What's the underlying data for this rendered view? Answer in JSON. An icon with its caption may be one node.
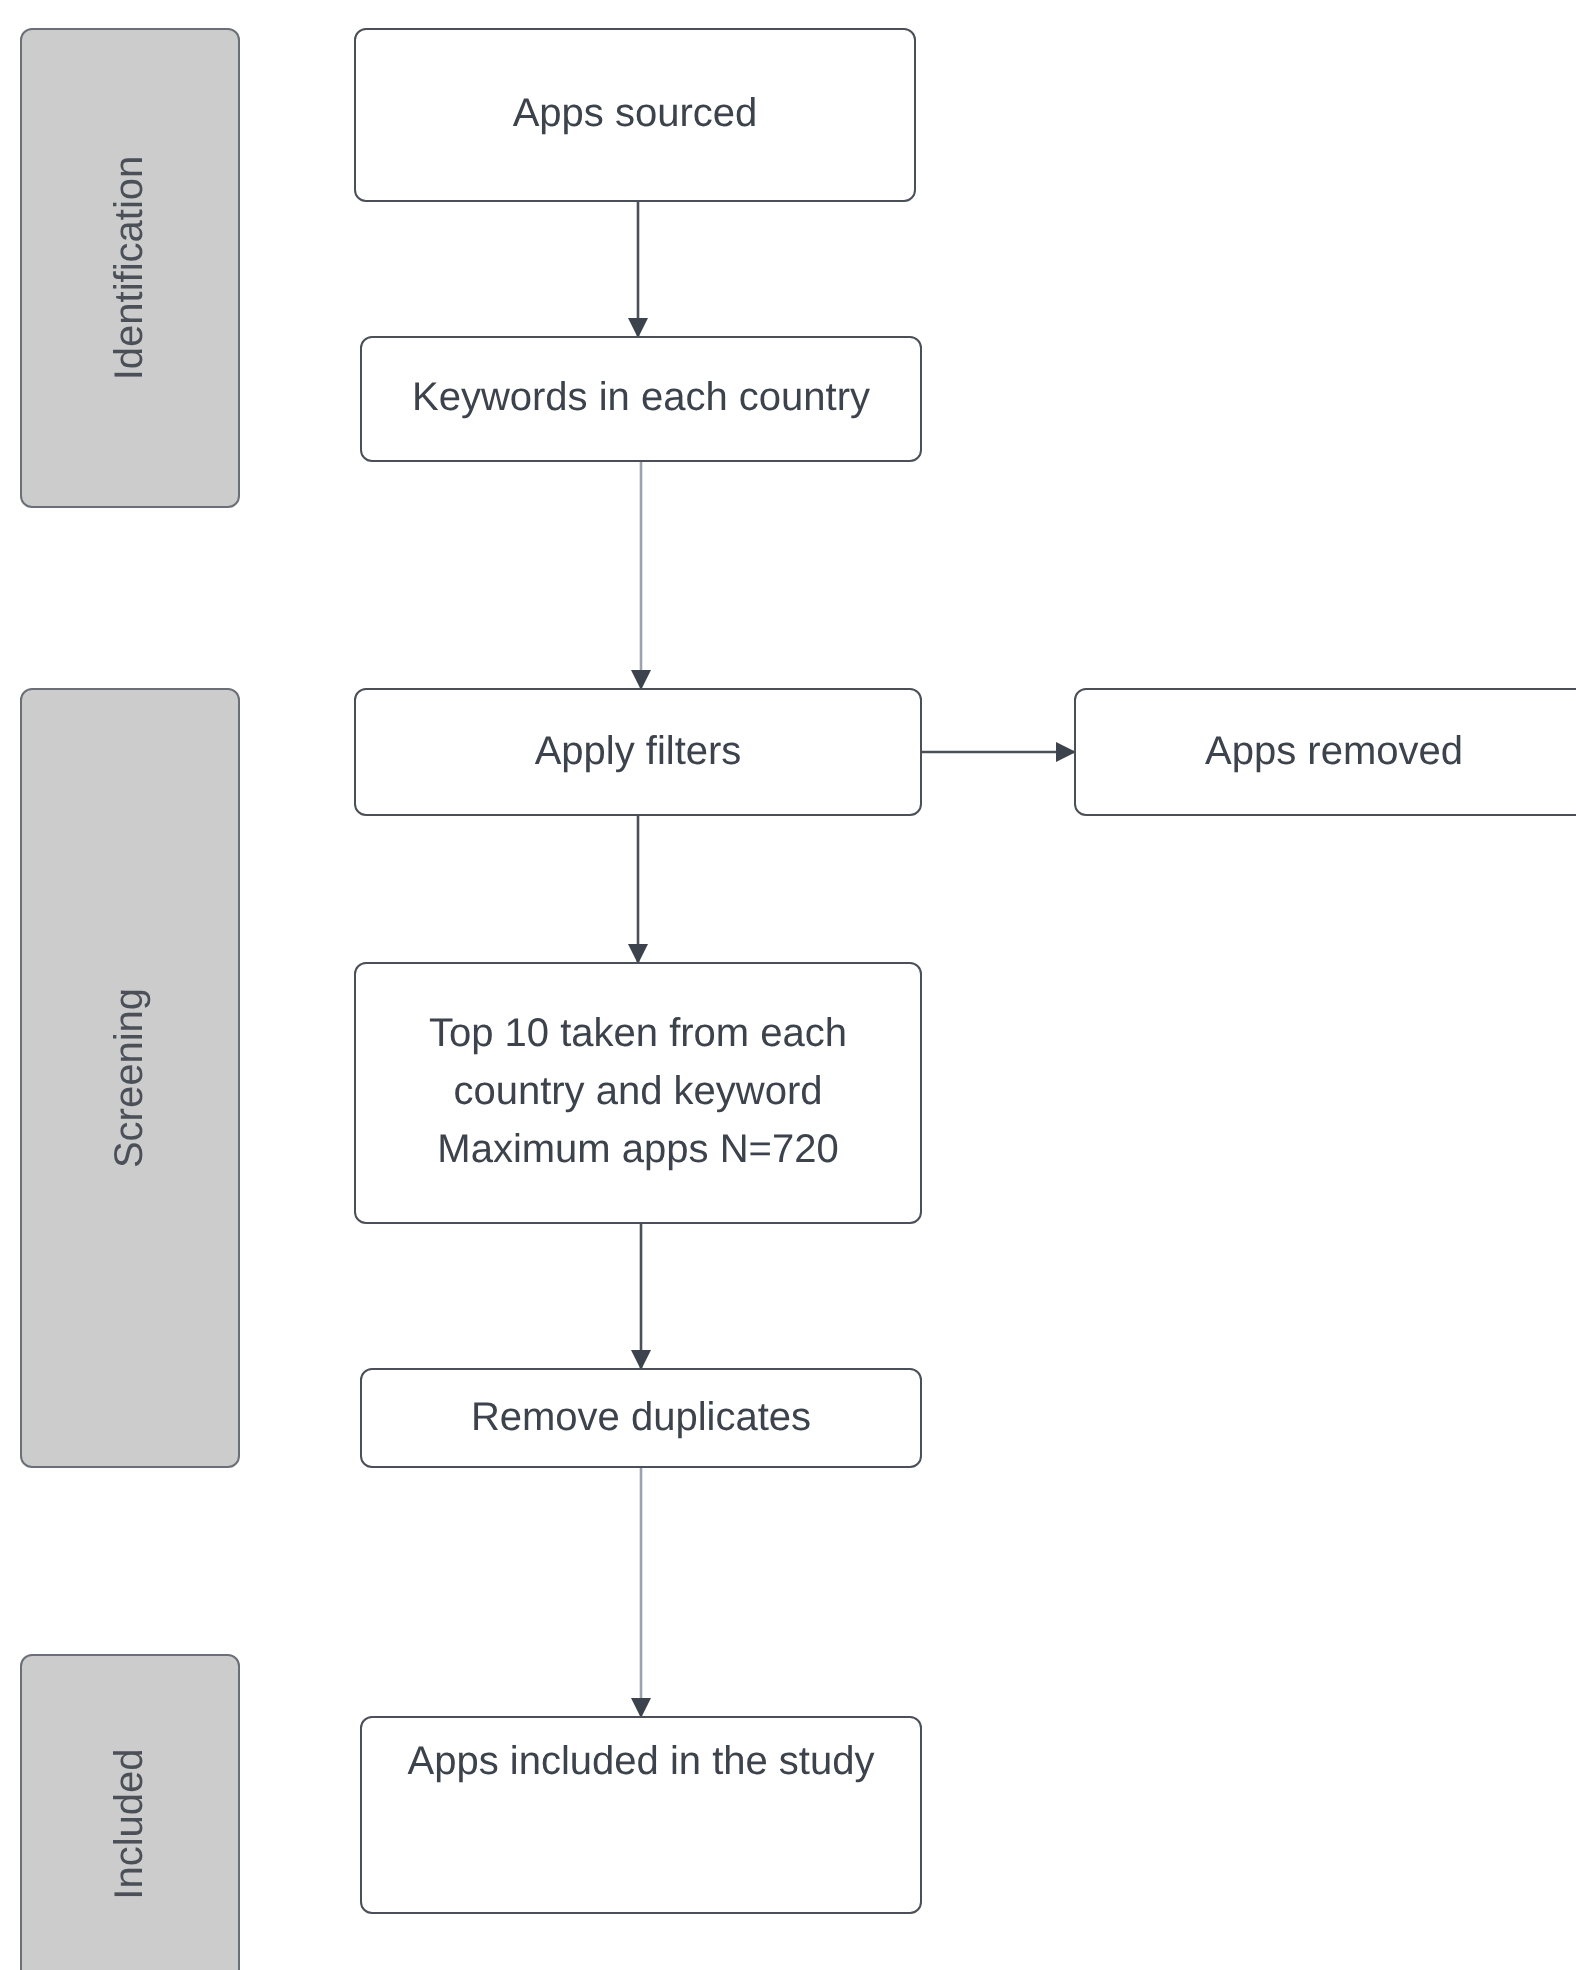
{
  "diagram": {
    "nodes": [
      {
        "text": [
          "Identification"
        ]
      },
      {
        "text": [
          "Screening"
        ]
      },
      {
        "text": [
          "Included"
        ]
      },
      {
        "text": [
          "Apps sourced"
        ]
      },
      {
        "text": [
          "Keywords in each country"
        ]
      },
      {
        "text": [
          "Apply filters"
        ]
      },
      {
        "text": [
          "Apps removed"
        ]
      },
      {
        "text": [
          "Top 10 taken from each country and keyword",
          "Maximum apps N=720"
        ]
      },
      {
        "text": [
          "Remove duplicates"
        ]
      },
      {
        "text": [
          "Apps included in the study"
        ]
      }
    ],
    "edges": [
      {
        "from": 3,
        "to": 4,
        "arrow": "to"
      },
      {
        "from": 4,
        "to": 5,
        "arrow": "to",
        "color": "#9ca3af"
      },
      {
        "from": 5,
        "to": 6,
        "arrow": "to"
      },
      {
        "from": 5,
        "to": 7,
        "arrow": "to"
      },
      {
        "from": 7,
        "to": 8,
        "arrow": "to"
      },
      {
        "from": 8,
        "to": 9,
        "arrow": "to",
        "color": "#9ca3af"
      }
    ]
  }
}
